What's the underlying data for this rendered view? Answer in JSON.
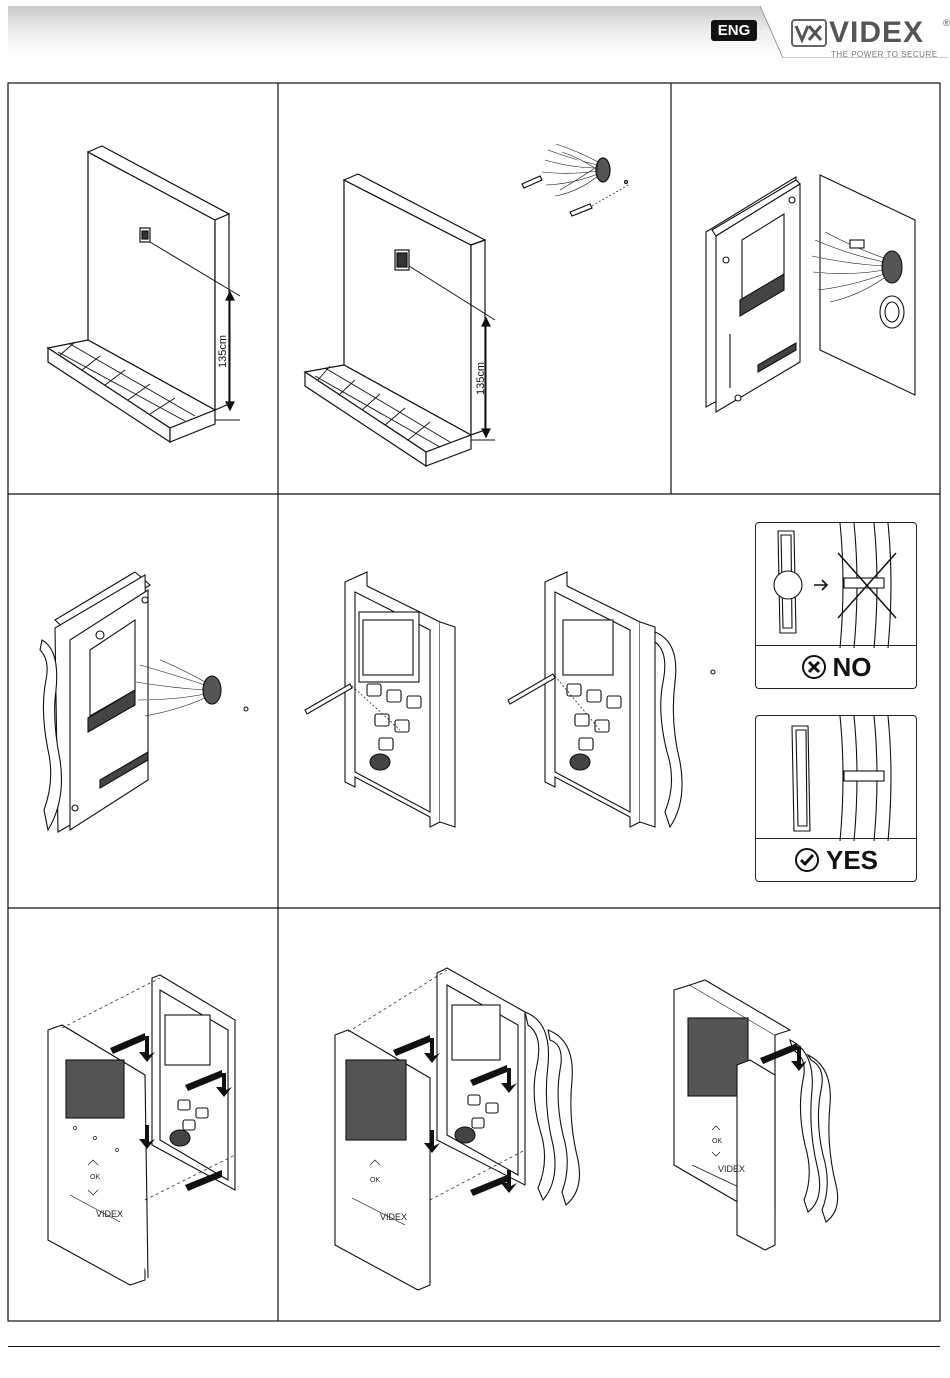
{
  "header": {
    "language_badge": "ENG",
    "brand_name": "VIDEX",
    "brand_registered": "®",
    "brand_tagline": "THE POWER TO SECURE"
  },
  "steps": {
    "height_label_1": "135cm",
    "height_label_2": "135cm"
  },
  "mounting_check": {
    "wrong_label": "NO",
    "right_label": "YES"
  },
  "device": {
    "logo_text": "VIDEX",
    "ok_label": "OK"
  }
}
